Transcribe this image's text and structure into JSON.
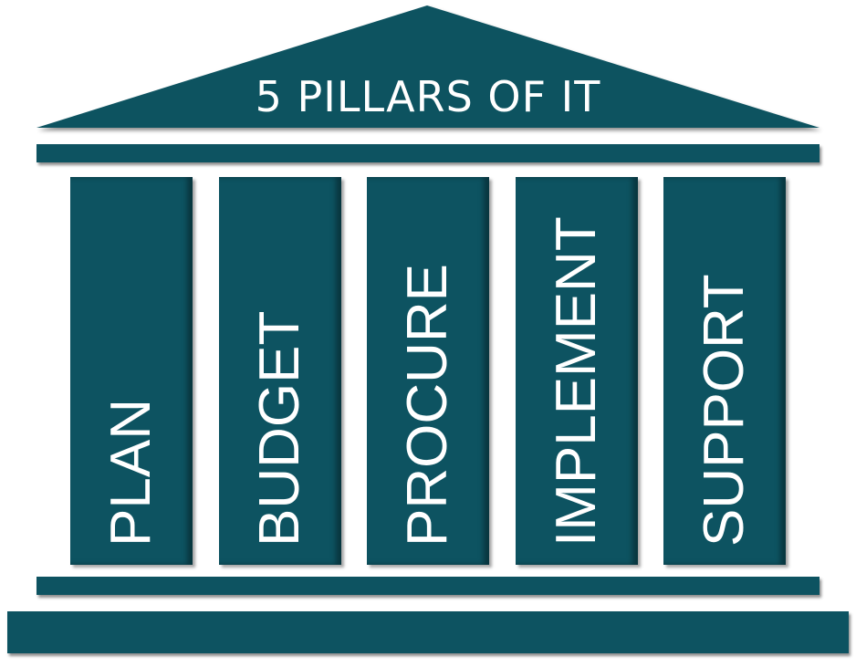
{
  "title": "5 PILLARS OF IT",
  "pillars": [
    {
      "label": "PLAN"
    },
    {
      "label": "BUDGET"
    },
    {
      "label": "PROCURE"
    },
    {
      "label": "IMPLEMENT"
    },
    {
      "label": "SUPPORT"
    }
  ],
  "colors": {
    "teal": "#0d5361",
    "text": "#ffffff",
    "background": "#ffffff"
  }
}
